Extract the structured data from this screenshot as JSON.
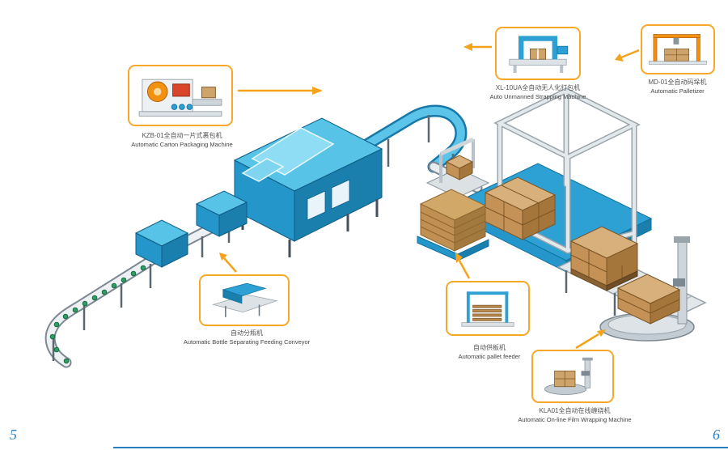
{
  "page": {
    "left_page_number": "5",
    "right_page_number": "6"
  },
  "colors": {
    "accent_orange": "#f7a82a",
    "machine_blue": "#2da0d4",
    "structure_gray": "#dde2e6",
    "box_brown": "#c89a63",
    "footer_blue": "#2a7fc1"
  },
  "callouts": [
    {
      "machine": "carton-packaging-machine",
      "line1": "KZB-01全自动一片式裹包机",
      "line2": "Automatic Carton Packaging Machine"
    },
    {
      "machine": "strapping-machine",
      "line1": "XL-10UA全自动无人化打包机",
      "line2": "Auto Unmanned Strapping Machine"
    },
    {
      "machine": "palletizer",
      "line1": "MD-01全自动码垛机",
      "line2": "Automatic Palletizer"
    },
    {
      "machine": "bottle-separating-conveyor",
      "line1": "自动分瓶机",
      "line2": "Automatic Bottle Separating Feeding Conveyor"
    },
    {
      "machine": "pallet-feeder",
      "line1": "自动供板机",
      "line2": "Automatic pallet feeder"
    },
    {
      "machine": "film-wrapping-machine",
      "line1": "KLA01全自动在线缠绕机",
      "line2": "Automatic On-line Film Wrapping Machine"
    }
  ]
}
